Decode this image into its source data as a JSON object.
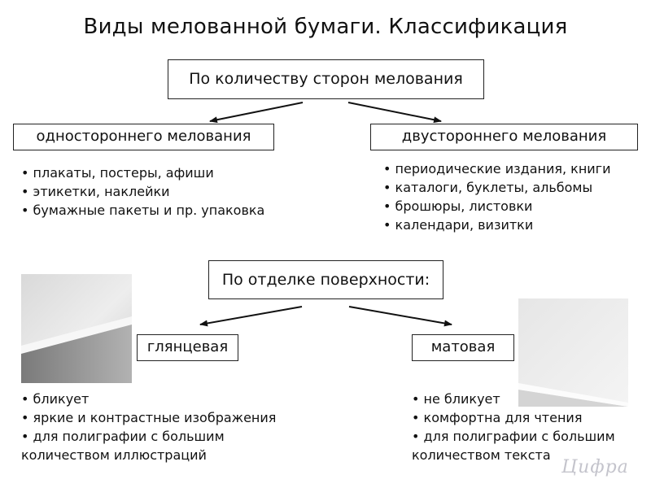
{
  "title": "Виды мелованной бумаги. Классификация",
  "sides": {
    "header": "По количеству сторон мелования",
    "one_sided": {
      "label": "одностороннего мелования",
      "items": [
        "плакаты, постеры, афиши",
        "этикетки, наклейки",
        "бумажные пакеты и пр. упаковка"
      ]
    },
    "two_sided": {
      "label": "двустороннего мелования",
      "items": [
        "периодические издания, книги",
        "каталоги, буклеты, альбомы",
        "брошюры, листовки",
        "календари, визитки"
      ]
    }
  },
  "finish": {
    "header": "По отделке поверхности:",
    "glossy": {
      "label": "глянцевая",
      "image_desc": "glossy-paper-photo",
      "items": [
        "бликует",
        "яркие и контрастные изображения",
        "для полиграфии с большим"
      ],
      "continuation": "количеством иллюстраций"
    },
    "matte": {
      "label": "матовая",
      "image_desc": "matte-paper-photo",
      "items": [
        "не бликует",
        "комфортна для чтения",
        "для полиграфии с большим"
      ],
      "continuation": "количеством текста"
    }
  },
  "watermark": "Цифра",
  "colors": {
    "border": "#222222",
    "text": "#111111",
    "watermark": "#c4c4cc"
  }
}
